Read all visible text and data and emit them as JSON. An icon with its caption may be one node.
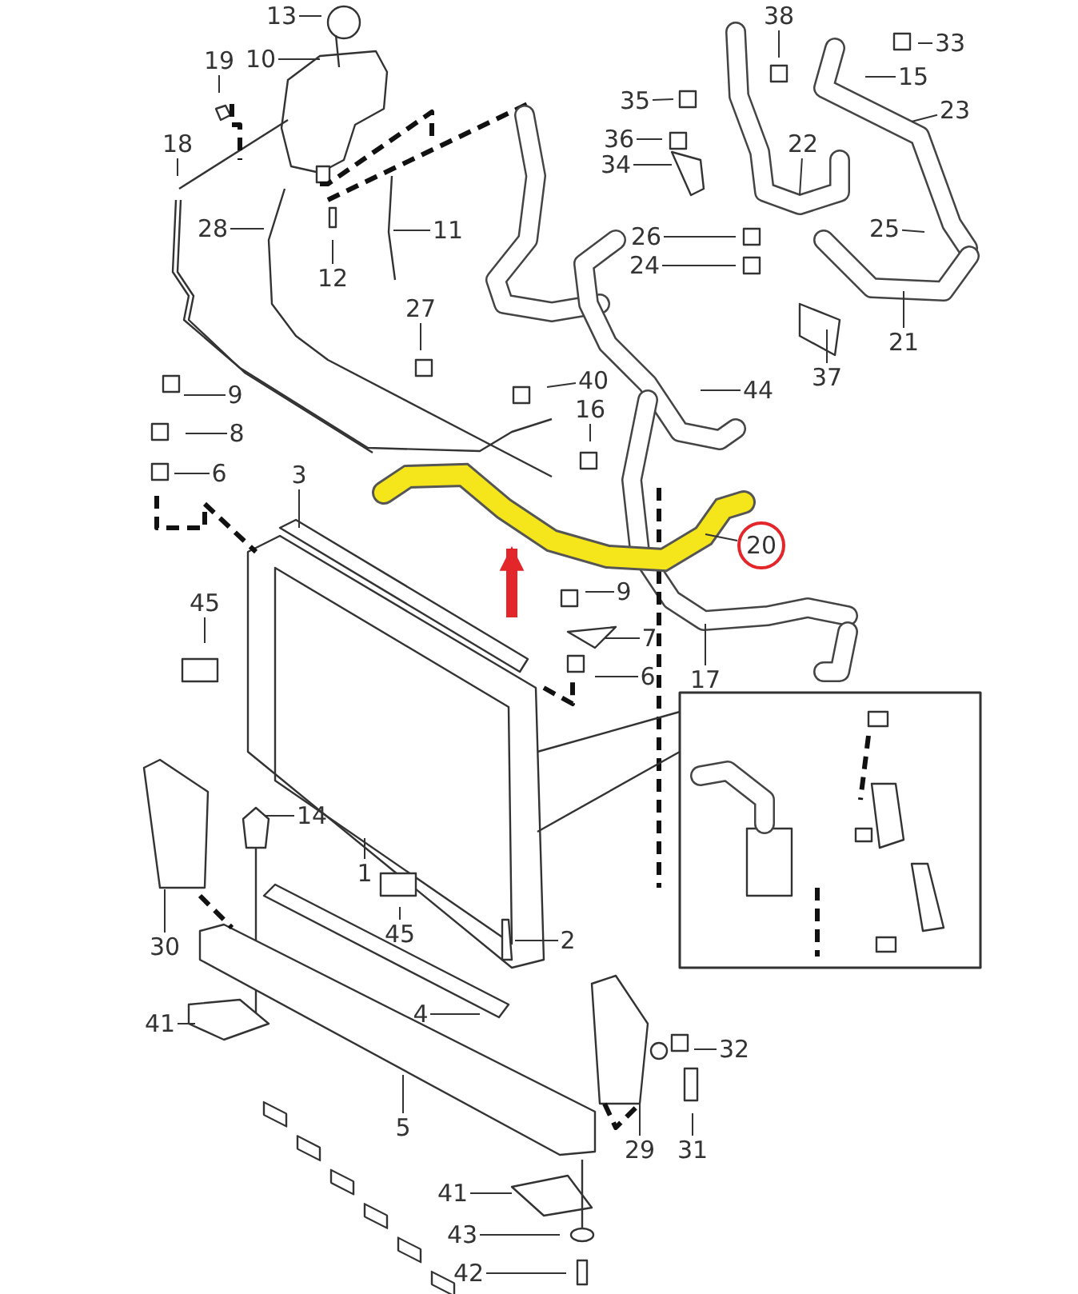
{
  "diagram": {
    "nodes": [
      {
        "text": [
          "13"
        ]
      },
      {
        "text": [
          "38"
        ]
      },
      {
        "text": [
          "33"
        ]
      },
      {
        "text": [
          "19"
        ]
      },
      {
        "text": [
          "10"
        ]
      },
      {
        "text": [
          "15"
        ]
      },
      {
        "text": [
          "35"
        ]
      },
      {
        "text": [
          "23"
        ]
      },
      {
        "text": [
          "18"
        ]
      },
      {
        "text": [
          "36"
        ]
      },
      {
        "text": [
          "22"
        ]
      },
      {
        "text": [
          "34"
        ]
      },
      {
        "text": [
          "28"
        ]
      },
      {
        "text": [
          "11"
        ]
      },
      {
        "text": [
          "26"
        ]
      },
      {
        "text": [
          "25"
        ]
      },
      {
        "text": [
          "12"
        ]
      },
      {
        "text": [
          "24"
        ]
      },
      {
        "text": [
          "27"
        ]
      },
      {
        "text": [
          "21"
        ]
      },
      {
        "text": [
          "37"
        ]
      },
      {
        "text": [
          "9"
        ]
      },
      {
        "text": [
          "40"
        ]
      },
      {
        "text": [
          "44"
        ]
      },
      {
        "text": [
          "8"
        ]
      },
      {
        "text": [
          "16"
        ]
      },
      {
        "text": [
          "6"
        ]
      },
      {
        "text": [
          "3"
        ]
      },
      {
        "text": [
          "20"
        ]
      },
      {
        "text": [
          "9"
        ]
      },
      {
        "text": [
          "45"
        ]
      },
      {
        "text": [
          "7"
        ]
      },
      {
        "text": [
          "6"
        ]
      },
      {
        "text": [
          "17"
        ]
      },
      {
        "text": [
          "14"
        ]
      },
      {
        "text": [
          "1"
        ]
      },
      {
        "text": [
          "45"
        ]
      },
      {
        "text": [
          "2"
        ]
      },
      {
        "text": [
          "30"
        ]
      },
      {
        "text": [
          "4"
        ]
      },
      {
        "text": [
          "41"
        ]
      },
      {
        "text": [
          "32"
        ]
      },
      {
        "text": [
          "5"
        ]
      },
      {
        "text": [
          "29"
        ]
      },
      {
        "text": [
          "31"
        ]
      },
      {
        "text": [
          "41"
        ]
      },
      {
        "text": [
          "43"
        ]
      },
      {
        "text": [
          "42"
        ]
      },
      {
        "text": [],
        "shape": "picture"
      }
    ],
    "edges": [
      {
        "from": 0,
        "to": null,
        "arrow": "none"
      },
      {
        "from": 1,
        "to": null,
        "arrow": "none"
      },
      {
        "from": 2,
        "to": null,
        "arrow": "none"
      },
      {
        "from": 3,
        "to": null,
        "arrow": "none"
      },
      {
        "from": 4,
        "to": null,
        "arrow": "none"
      },
      {
        "from": 5,
        "to": null,
        "arrow": "none"
      },
      {
        "from": 6,
        "to": null,
        "arrow": "none"
      },
      {
        "from": 7,
        "to": null,
        "arrow": "none"
      },
      {
        "from": 8,
        "to": null,
        "arrow": "none"
      },
      {
        "from": 9,
        "to": null,
        "arrow": "none"
      },
      {
        "from": 10,
        "to": null,
        "arrow": "none"
      },
      {
        "from": 11,
        "to": null,
        "arrow": "none"
      },
      {
        "from": 12,
        "to": null,
        "arrow": "none"
      },
      {
        "from": 13,
        "to": null,
        "arrow": "none"
      },
      {
        "from": 14,
        "to": null,
        "arrow": "none"
      },
      {
        "from": 15,
        "to": null,
        "arrow": "none"
      },
      {
        "from": 16,
        "to": null,
        "arrow": "none"
      },
      {
        "from": 17,
        "to": null,
        "arrow": "none"
      },
      {
        "from": 18,
        "to": null,
        "arrow": "none"
      },
      {
        "from": 19,
        "to": null,
        "arrow": "none"
      },
      {
        "from": 20,
        "to": null,
        "arrow": "none"
      },
      {
        "from": 21,
        "to": null,
        "arrow": "none"
      },
      {
        "from": 22,
        "to": null,
        "arrow": "none"
      },
      {
        "from": 23,
        "to": null,
        "arrow": "none"
      },
      {
        "from": 24,
        "to": null,
        "arrow": "none"
      },
      {
        "from": 25,
        "to": null,
        "arrow": "none"
      },
      {
        "from": 26,
        "to": null,
        "arrow": "none"
      },
      {
        "from": 27,
        "to": null,
        "arrow": "none"
      },
      {
        "from": 28,
        "to": 48,
        "arrow": "none"
      },
      {
        "from": 29,
        "to": null,
        "arrow": "none"
      },
      {
        "from": 30,
        "to": null,
        "arrow": "none"
      },
      {
        "from": 31,
        "to": null,
        "arrow": "none"
      },
      {
        "from": 32,
        "to": null,
        "arrow": "none"
      },
      {
        "from": 33,
        "to": null,
        "arrow": "none"
      },
      {
        "from": 34,
        "to": null,
        "arrow": "none"
      },
      {
        "from": 35,
        "to": null,
        "arrow": "none"
      },
      {
        "from": 36,
        "to": null,
        "arrow": "none"
      },
      {
        "from": 37,
        "to": null,
        "arrow": "none"
      },
      {
        "from": 38,
        "to": null,
        "arrow": "none"
      },
      {
        "from": 39,
        "to": null,
        "arrow": "none"
      },
      {
        "from": 40,
        "to": null,
        "arrow": "none"
      },
      {
        "from": 41,
        "to": null,
        "arrow": "none"
      },
      {
        "from": 42,
        "to": null,
        "arrow": "none"
      },
      {
        "from": 43,
        "to": null,
        "arrow": "none"
      },
      {
        "from": 44,
        "to": null,
        "arrow": "none"
      },
      {
        "from": 45,
        "to": null,
        "arrow": "none"
      },
      {
        "from": 46,
        "to": null,
        "arrow": "none"
      },
      {
        "from": 47,
        "to": null,
        "arrow": "none"
      },
      {
        "from": null,
        "to": 48,
        "arrow": "to",
        "style": "thick",
        "color": "#e3262a"
      }
    ]
  }
}
